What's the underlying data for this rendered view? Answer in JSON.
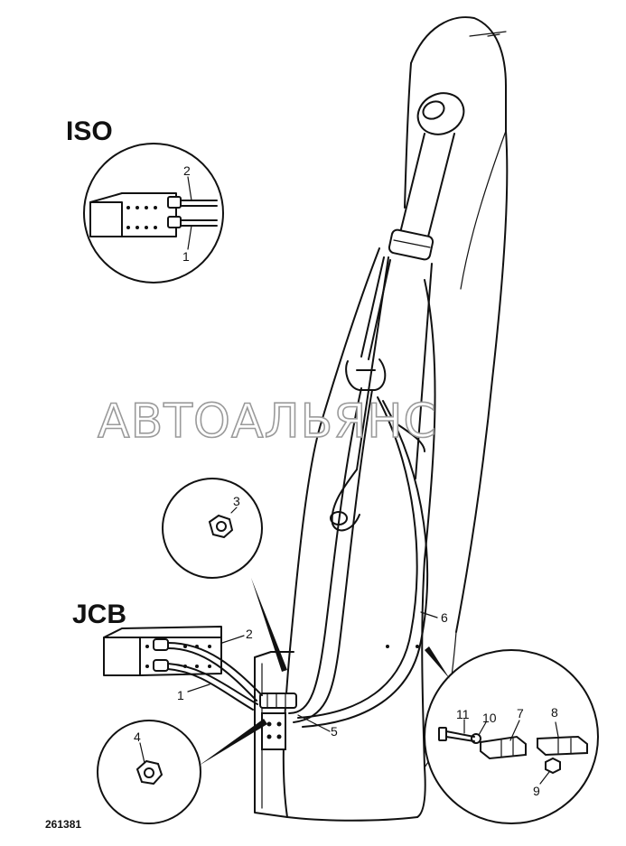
{
  "headings": {
    "iso": "ISO",
    "jcb": "JCB"
  },
  "watermark": "АВТОАЛЬЯНС",
  "drawing_ref": "261381",
  "callouts": {
    "iso_2": "2",
    "iso_1": "1",
    "detail_3": "3",
    "jcb_2": "2",
    "jcb_1": "1",
    "detail_4": "4",
    "part_5": "5",
    "part_6": "6",
    "part_7": "7",
    "part_8": "8",
    "part_9": "9",
    "part_10": "10",
    "part_11": "11"
  },
  "colors": {
    "ink": "#111111",
    "watermark_outline": "#9a9a9a",
    "background": "#ffffff"
  }
}
